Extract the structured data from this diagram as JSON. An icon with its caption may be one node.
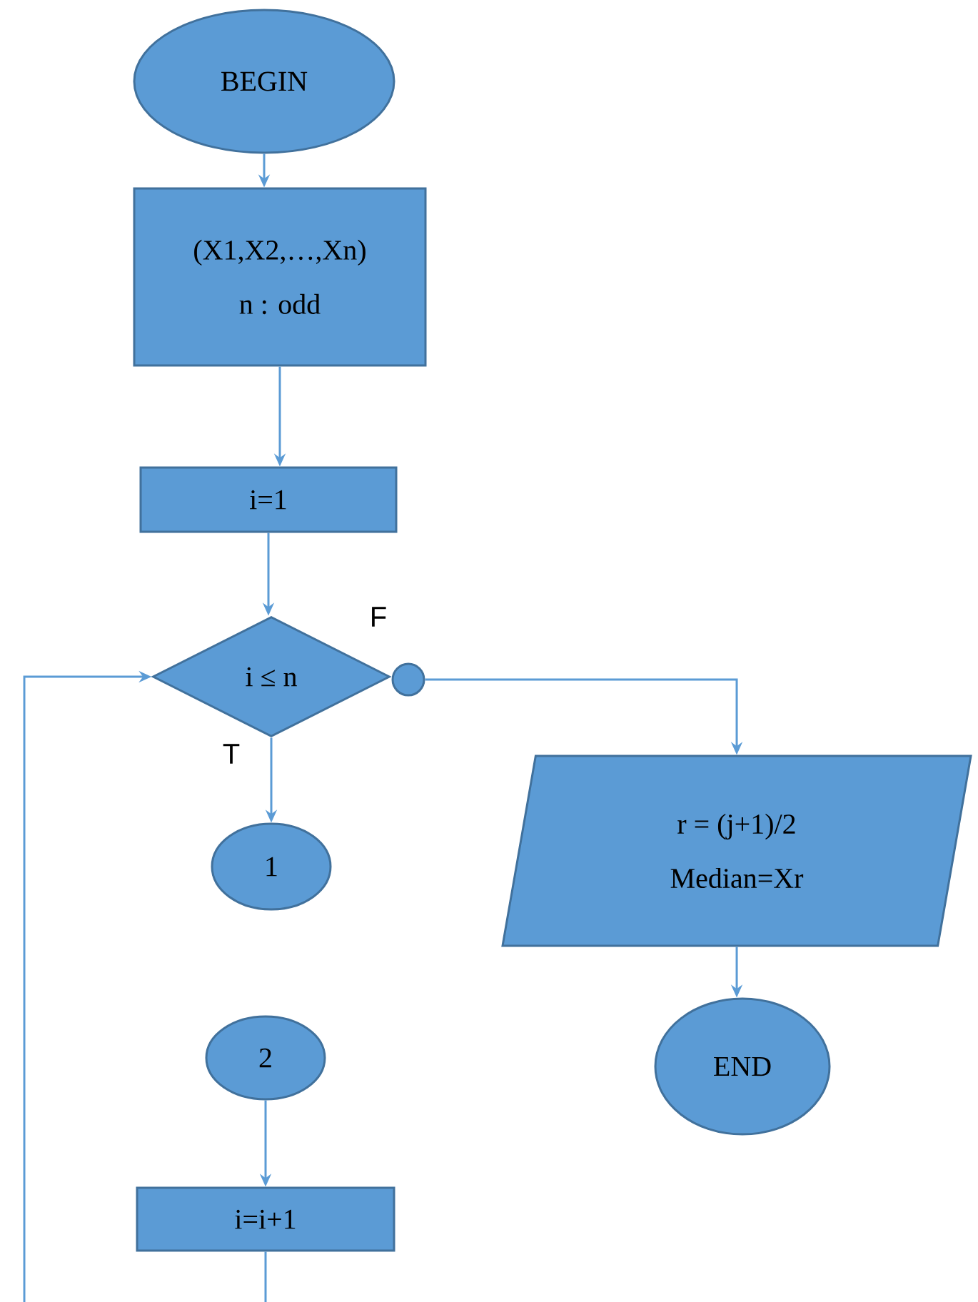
{
  "diagram": {
    "nodes": [
      {
        "text": [
          "BEGIN"
        ]
      },
      {
        "text": [
          "(X1,X2,…,Xn)",
          "n : odd"
        ]
      },
      {
        "text": [
          "i=1"
        ]
      },
      {
        "text": [
          "i ≤ n"
        ]
      },
      {
        "text": [],
        "shape": "circle"
      },
      {
        "text": [
          "1"
        ]
      },
      {
        "text": [
          "r = (j+1)/2",
          "Median=Xr"
        ]
      },
      {
        "text": [
          "END"
        ]
      },
      {
        "text": [
          "2"
        ]
      },
      {
        "text": [
          "i=i+1"
        ]
      }
    ],
    "edges": [
      {
        "from": 0,
        "to": 1,
        "arrow": "to"
      },
      {
        "from": 1,
        "to": 2,
        "arrow": "to"
      },
      {
        "from": 2,
        "to": 3,
        "arrow": "to"
      },
      {
        "from": 4,
        "to": 6,
        "arrow": "to",
        "label": "F"
      },
      {
        "from": 3,
        "to": 5,
        "arrow": "to",
        "label": "T"
      },
      {
        "from": 6,
        "to": 7,
        "arrow": "to"
      },
      {
        "from": 8,
        "to": 9,
        "arrow": "to"
      },
      {
        "from": 9,
        "to": null,
        "arrow": "none"
      },
      {
        "from": null,
        "to": 3,
        "arrow": "to"
      }
    ]
  }
}
